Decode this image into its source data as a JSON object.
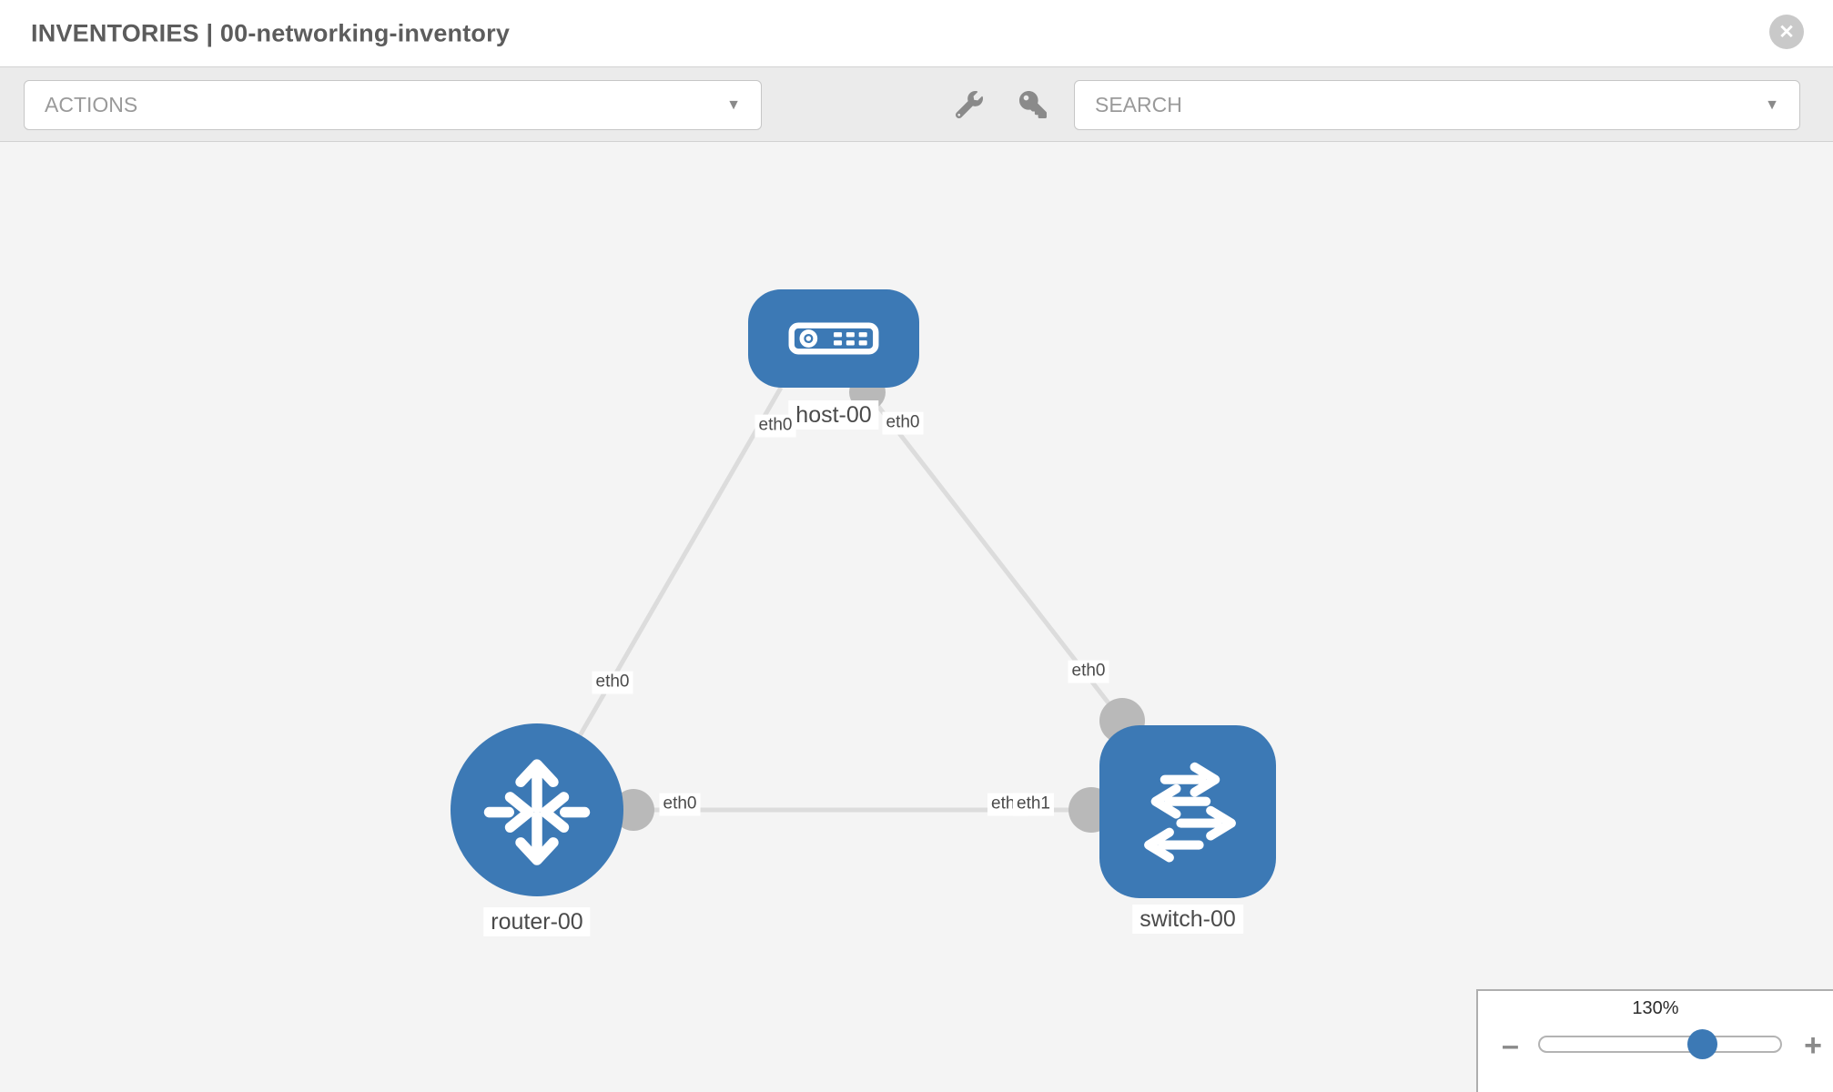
{
  "header": {
    "title": "INVENTORIES | 00-networking-inventory"
  },
  "toolbar": {
    "actions_placeholder": "ACTIONS",
    "search_placeholder": "SEARCH",
    "tools": [
      "wrench-icon",
      "key-icon"
    ]
  },
  "icons": {
    "close": "✕",
    "caret": "▼",
    "zoom_out": "–",
    "zoom_in": "+"
  },
  "topology": {
    "nodes": [
      {
        "label": "host-00",
        "type": "host"
      },
      {
        "label": "router-00",
        "type": "router"
      },
      {
        "label": "switch-00",
        "type": "switch"
      }
    ],
    "links": [
      {
        "from": "host-00",
        "from_iface": "eth0",
        "to": "router-00",
        "to_iface": "eth0"
      },
      {
        "from": "host-00",
        "from_iface": "eth0",
        "to": "switch-00",
        "to_iface": "eth0"
      },
      {
        "from": "router-00",
        "from_iface": "eth0",
        "to": "switch-00",
        "to_iface": "eth1",
        "to_iface_overlapped": "eth0"
      }
    ]
  },
  "zoom_control": {
    "level": "130%"
  },
  "colors": {
    "node_blue": "#3c79b5",
    "link_gray": "#dcdcdc",
    "endpoint_gray": "#b9b9b9",
    "canvas_bg": "#f4f4f4",
    "toolbar_bg": "#ebebeb",
    "title_text": "#5c5c5c",
    "placeholder_text": "#9a9a9a"
  }
}
